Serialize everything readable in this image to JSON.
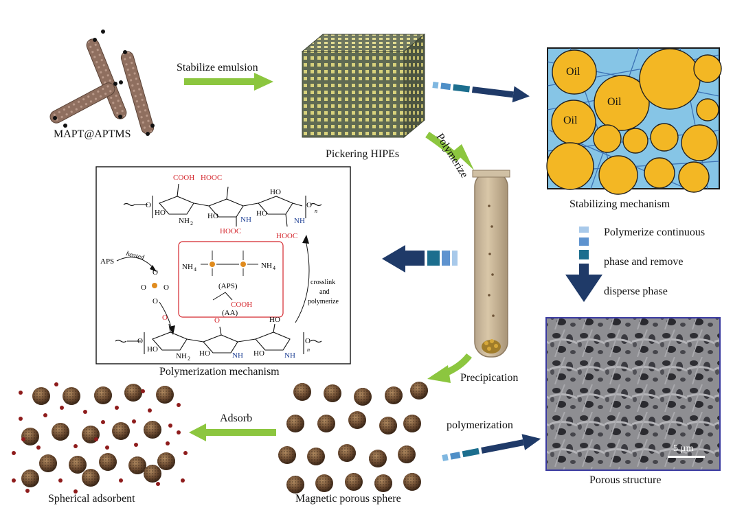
{
  "labels": {
    "mapt": "MAPT@APTMS",
    "stabilize": "Stabilize emulsion",
    "pickering": "Pickering HIPEs",
    "polymerize": "Polymerize",
    "stabilizing_mechanism": "Stabilizing mechanism",
    "oil": "Oil",
    "step_line1": "Polymerize continuous",
    "step_line2": "phase and remove",
    "step_line3": "disperse phase",
    "polymerization_mechanism": "Polymerization mechanism",
    "precipication": "Precipication",
    "porous_structure": "Porous structure",
    "scale_bar": "5 µm",
    "polymerization": "polymerization",
    "adsorb": "Adsorb",
    "magnetic_sphere": "Magnetic porous sphere",
    "spherical_adsorbent": "Spherical adsorbent"
  },
  "mechanism": {
    "cooh": "COOH",
    "hooc": "HOOC",
    "ho": "HO",
    "nh2": "NH",
    "nh2_sub": "2",
    "nh": "NH",
    "o": "O",
    "n_sub": "n",
    "aps": "APS",
    "heated": "heated",
    "nh4": "NH",
    "nh4_sub": "4",
    "aps_paren": "(APS)",
    "aa_paren": "(AA)",
    "crosslink1": "crosslink",
    "crosslink2": "and",
    "crosslink3": "polymerize"
  },
  "colors": {
    "green_arrow": "#8cc63f",
    "navy": "#1f3a68",
    "teal": "#1c6e8e",
    "light_blue": "#7fb7e0",
    "oil_fill": "#f3b724",
    "emulsion_bg": "#86c5e6",
    "red": "#d4262c",
    "blue_text": "#1d3f94",
    "orange_s": "#e08b1d"
  }
}
